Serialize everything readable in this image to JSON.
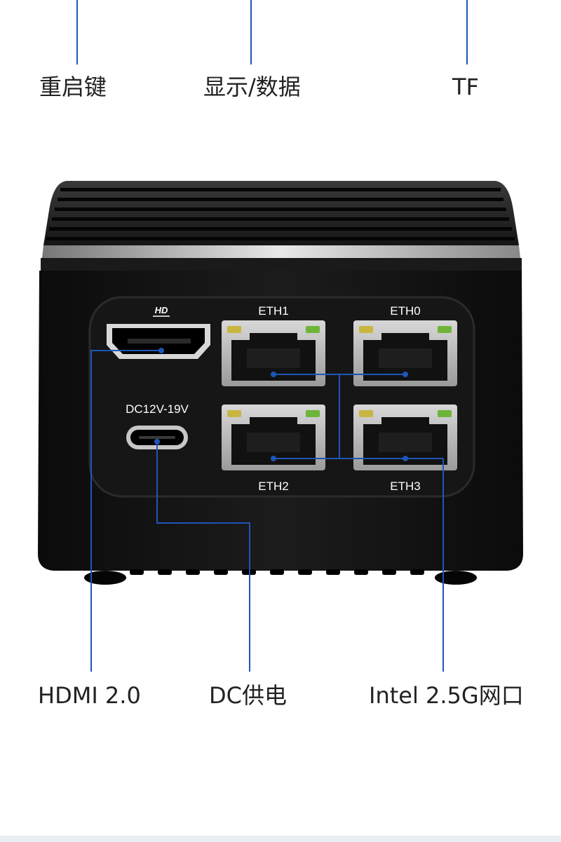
{
  "callouts": {
    "reset": "重启键",
    "display_data": "显示/数据",
    "tf": "TF",
    "hdmi": "HDMI 2.0",
    "dc_power": "DC供电",
    "intel_ports": "Intel 2.5G网口"
  },
  "device": {
    "hdmi_logo": "HD",
    "power_label": "DC12V-19V",
    "eth_ports": [
      "ETH1",
      "ETH0",
      "ETH2",
      "ETH3"
    ]
  },
  "colors": {
    "callout_line": "#1f55b8",
    "chassis": "#111111",
    "port_text": "#ffffff",
    "led_yellow": "#c9b640",
    "led_green": "#6fb43a"
  }
}
